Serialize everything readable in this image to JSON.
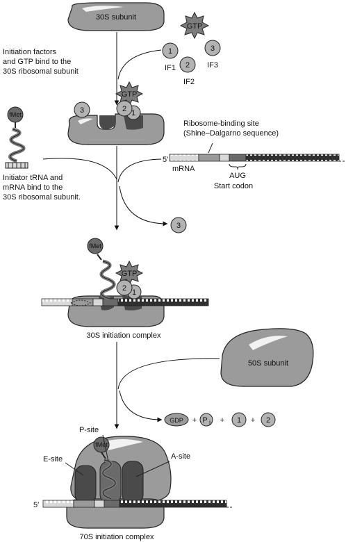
{
  "labels": {
    "subunit_30s": "30S subunit",
    "subunit_50s": "50S subunit",
    "gtp": "GTP",
    "if1_num": "1",
    "if2_num": "2",
    "if3_num": "3",
    "if1": "IF1",
    "if2": "IF2",
    "if3": "IF3",
    "step1_line1": "Initiation factors",
    "step1_line2": "and GTP bind to the",
    "step1_line3": "30S ribosomal subunit",
    "fmet": "fMet",
    "step2_line1": "Initiator tRNA and",
    "step2_line2": "mRNA bind to the",
    "step2_line3": "30S ribosomal subunit.",
    "rbs_line1": "Ribosome-binding site",
    "rbs_line2": "(Shine–Dalgarno sequence)",
    "five_prime": "5′",
    "mrna": "mRNA",
    "aug": "AUG",
    "start_codon": "Start codon",
    "complex_30s": "30S initiation complex",
    "gdp": "GDP",
    "plus": "+",
    "pi_p": "P",
    "pi_i": "i",
    "p_site": "P-site",
    "e_site": "E-site",
    "a_site": "A-site",
    "complex_70s": "70S initiation complex"
  }
}
